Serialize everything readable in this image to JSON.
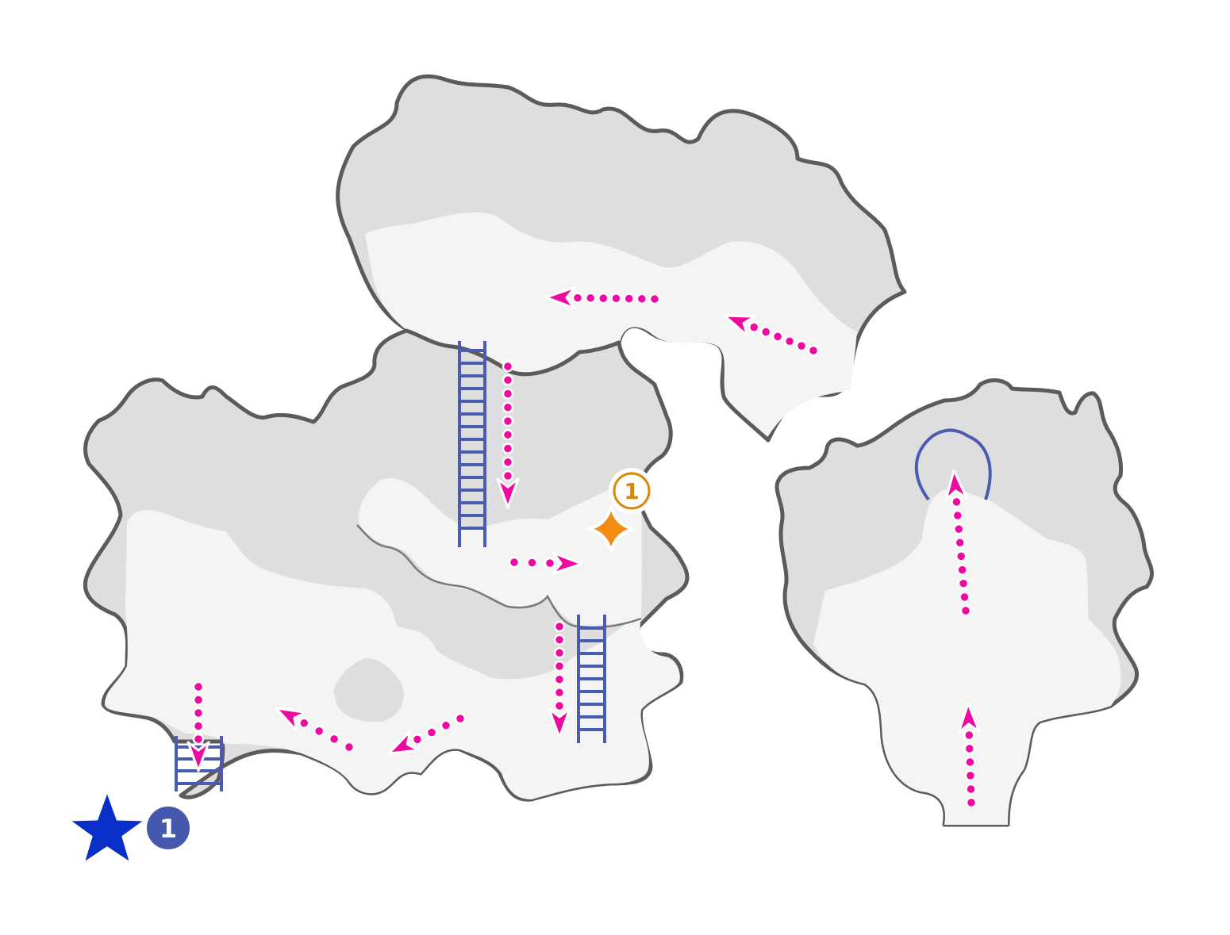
{
  "map": {
    "colors": {
      "wall": "#dedede",
      "floor": "#f4f4f4",
      "outline": "#5e5a59",
      "route_arrow": "#ee0aa0",
      "ladder": "#4b5cb0",
      "item_star": "#f28c12",
      "start_star": "#0a2ec8",
      "start_badge": "#4657ae"
    },
    "areas": [
      "upper-cave",
      "left-cave",
      "right-cave"
    ],
    "ladders": 3,
    "exits": 1,
    "item_marker": {
      "icon": "sparkle-star-icon",
      "label": "1"
    },
    "start_marker": {
      "icon": "star-icon",
      "label": "1"
    }
  }
}
